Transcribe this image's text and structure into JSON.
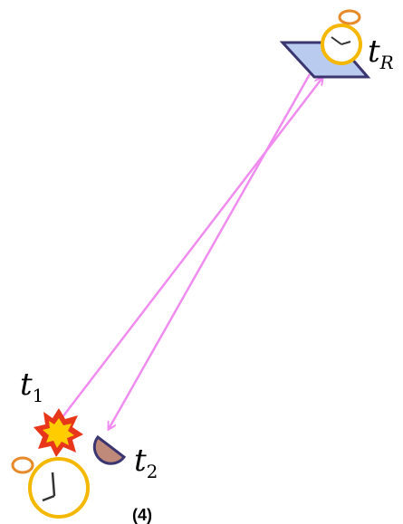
{
  "labels": {
    "t_r": {
      "main": "t",
      "sub": "R"
    },
    "t_1": {
      "main": "t",
      "sub": "1"
    },
    "t_2": {
      "main": "t",
      "sub": "2"
    },
    "caption": "(4)"
  },
  "colors": {
    "arrow": "#f08cf0",
    "mirror_fill": "#b9cbee",
    "mirror_stroke": "#3b3570",
    "clock_ring": "#f5b800",
    "clock_face": "#ffffff",
    "clock_bell": "#e88a2a",
    "hands": "#333333",
    "flash_outer": "#e8361a",
    "flash_inner": "#ffcc00",
    "detector_fill": "#c08a7a",
    "detector_stroke": "#3b3570"
  },
  "icons": [
    "alarm-clock-icon",
    "mirror-icon",
    "flash-icon",
    "detector-icon"
  ]
}
